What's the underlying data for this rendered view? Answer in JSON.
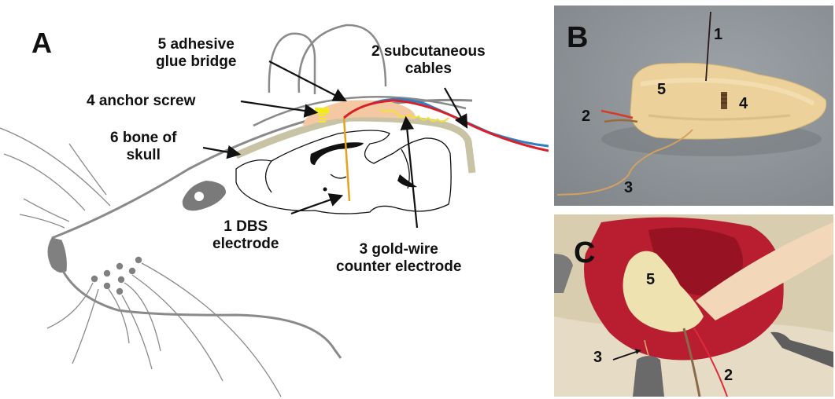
{
  "figure": {
    "panels": {
      "a": {
        "letter": "A",
        "labels": {
          "glue_bridge": [
            "5 adhesive",
            "glue bridge"
          ],
          "anchor_screw": "4 anchor screw",
          "bone_skull": [
            "6 bone of",
            "skull"
          ],
          "cables": [
            "2 subcutaneous",
            "cables"
          ],
          "dbs_electrode": [
            "1 DBS",
            "electrode"
          ],
          "counter_electrode": [
            "3 gold-wire",
            "counter electrode"
          ]
        }
      },
      "b": {
        "letter": "B",
        "numbers": {
          "n1": "1",
          "n2": "2",
          "n3": "3",
          "n4": "4",
          "n5": "5"
        }
      },
      "c": {
        "letter": "C",
        "numbers": {
          "n2": "2",
          "n3": "3",
          "n5": "5"
        }
      }
    },
    "colors": {
      "outline_gray": "#8a8a8a",
      "glue": "#f4c8a2",
      "screw": "#f2ec1e",
      "bone": "#c8c3a4",
      "dbs_wire": "#e8a020",
      "cable_red": "#d9202a",
      "cable_blue": "#2e7fc0",
      "gold_wire": "#f0e040",
      "photo_b_bg": "#8f9499",
      "photo_c_bg": "#cbb58a"
    }
  }
}
